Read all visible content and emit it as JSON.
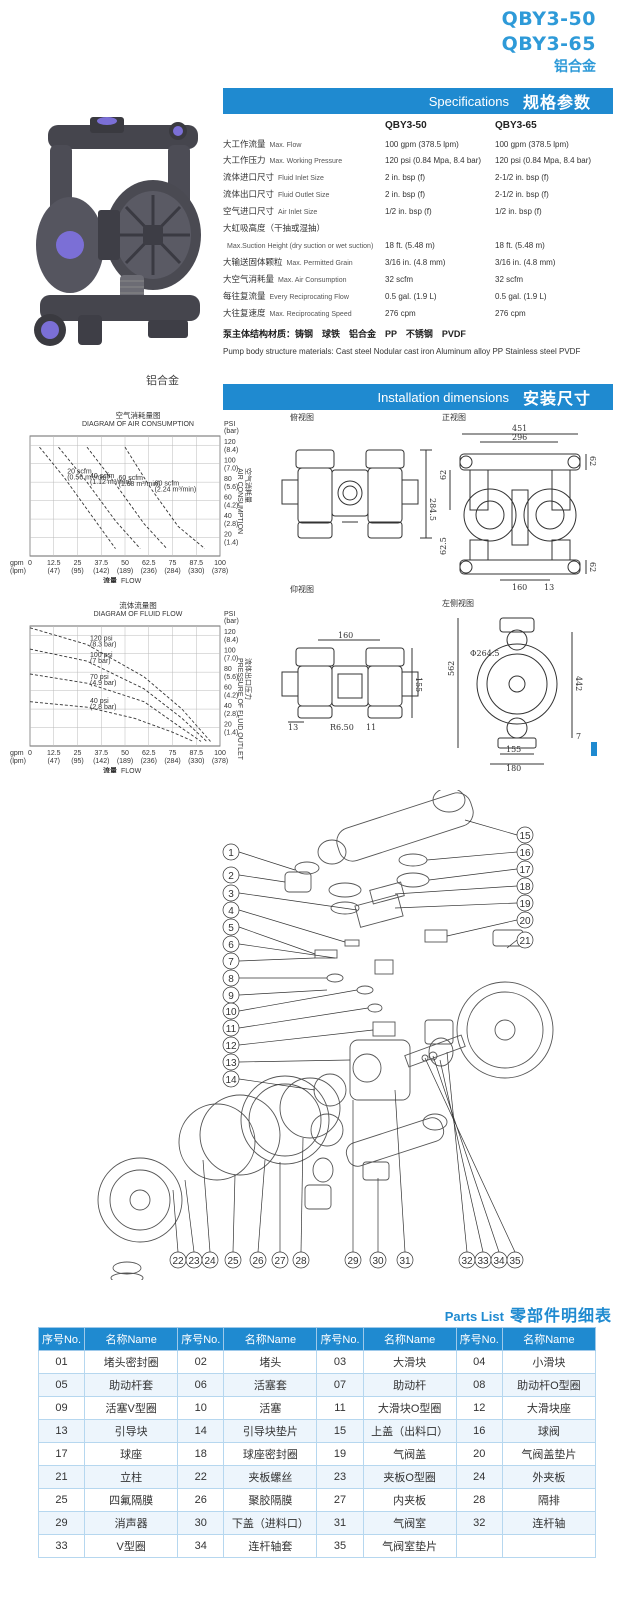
{
  "header": {
    "model_a": "QBY3-50",
    "model_b": "QBY3-65",
    "material": "铝合金"
  },
  "photo": {
    "caption": "铝合金",
    "colors": {
      "body": "#4a4a52",
      "accent": "#7b6fd6"
    }
  },
  "specifications": {
    "bar_en": "Specifications",
    "bar_zh": "规格参数",
    "col_a": "QBY3-50",
    "col_b": "QBY3-65",
    "rows": [
      {
        "zh": "大工作流量",
        "en": "Max. Flow",
        "a": "100 gpm (378.5 lpm)",
        "b": "100 gpm (378.5 lpm)"
      },
      {
        "zh": "大工作压力",
        "en": "Max. Working Pressure",
        "a": "120 psi (0.84 Mpa, 8.4 bar)",
        "b": "120 psi (0.84 Mpa, 8.4 bar)"
      },
      {
        "zh": "流体进口尺寸",
        "en": "Fluid Inlet Size",
        "a": "2 in. bsp (f)",
        "b": "2-1/2 in. bsp (f)"
      },
      {
        "zh": "流体出口尺寸",
        "en": "Fluid Outlet Size",
        "a": "2 in. bsp (f)",
        "b": "2-1/2 in. bsp (f)"
      },
      {
        "zh": "空气进口尺寸",
        "en": "Air Inlet Size",
        "a": "1/2 in. bsp (f)",
        "b": "1/2 in. bsp (f)"
      },
      {
        "zh": "大虹吸高度（干抽或湿抽）",
        "en": "",
        "a": "",
        "b": ""
      },
      {
        "zh": "",
        "en": "Max.Suction Height (dry suction or wet suction)",
        "a": "18 ft. (5.48 m)",
        "b": "18 ft. (5.48 m)"
      },
      {
        "zh": "大输送固体颗粒",
        "en": "Max. Permitted Grain",
        "a": "3/16 in. (4.8 mm)",
        "b": "3/16 in. (4.8 mm)"
      },
      {
        "zh": "大空气消耗量",
        "en": "Max. Air Consumption",
        "a": "32 scfm",
        "b": "32 scfm"
      },
      {
        "zh": "每往复流量",
        "en": "Every Reciprocating Flow",
        "a": "0.5 gal. (1.9 L)",
        "b": "0.5 gal. (1.9 L)"
      },
      {
        "zh": "大往复速度",
        "en": "Max. Reciprocating Speed",
        "a": "276 cpm",
        "b": "276 cpm"
      }
    ],
    "materials_zh": "泵主体结构材质：铸钢　球铁　铝合金　PP　不锈钢　PVDF",
    "materials_en": "Pump body structure materials: Cast steel  Nodular cast iron  Aluminum alloy  PP  Stainless steel  PVDF"
  },
  "installation": {
    "bar_en": "Installation dimensions",
    "bar_zh": "安装尺寸",
    "views": {
      "top": "俯视图",
      "front": "正视图",
      "bottom": "仰视图",
      "left": "左侧视图"
    },
    "dims": {
      "d451": "451",
      "d296": "296",
      "d62a": "62",
      "d62b": "62",
      "d62c": "62",
      "d62_5": "62.5",
      "d284_5": "284.5",
      "d160a": "160",
      "d13a": "13",
      "d160b": "160",
      "d155a": "155",
      "d13b": "13",
      "dR6_50": "R6.50",
      "d11": "11",
      "d264_5": "Φ264.5",
      "d562": "562",
      "d442": "442",
      "d7": "7",
      "d155b": "155",
      "d180": "180"
    }
  },
  "chart_data": [
    {
      "type": "line",
      "title": "空气消耗量图",
      "subtitle": "DIAGRAM OF AIR CONSUMPTION",
      "x_ticks": [
        "0",
        "12.5",
        "25",
        "37.5",
        "50",
        "62.5",
        "75",
        "87.5",
        "100"
      ],
      "x_ticks_lpm": [
        "(47)",
        "(95)",
        "(142)",
        "(189)",
        "(236)",
        "(284)",
        "(330)",
        "(378)"
      ],
      "x_unit": "gpm\n(lpm)",
      "xlabel": "流量",
      "xlabel_en": "FLOW",
      "y_ticks": [
        "20\n(1.4)",
        "40\n(2.8)",
        "60\n(4.2)",
        "80\n(5.6)",
        "100\n(7.0)",
        "120\n(8.4)"
      ],
      "y_unit": "PSI\n(bar)",
      "ylabel": "空气消耗量",
      "ylabel_en": "AIR CONSUMPTION",
      "xlim": [
        0,
        100
      ],
      "ylim": [
        0,
        130
      ],
      "series": [
        {
          "name": "20 scfm\n(0.56 m³/min)",
          "x": [
            5,
            18,
            32,
            45
          ],
          "y": [
            118,
            85,
            45,
            8
          ]
        },
        {
          "name": "40 scfm\n(1.12 m³/min)",
          "x": [
            15,
            30,
            45,
            58
          ],
          "y": [
            118,
            80,
            38,
            8
          ]
        },
        {
          "name": "60 scfm\n(1.68 m³/min)",
          "x": [
            30,
            45,
            60,
            72
          ],
          "y": [
            118,
            78,
            35,
            8
          ]
        },
        {
          "name": "80 scfm\n(2.24 m³/min)",
          "x": [
            50,
            64,
            78,
            92
          ],
          "y": [
            118,
            72,
            32,
            8
          ]
        }
      ]
    },
    {
      "type": "line",
      "title": "流体流量图",
      "subtitle": "DIAGRAM OF FLUID FLOW",
      "x_ticks": [
        "0",
        "12.5",
        "25",
        "37.5",
        "50",
        "62.5",
        "75",
        "87.5",
        "100"
      ],
      "x_ticks_lpm": [
        "(47)",
        "(95)",
        "(142)",
        "(189)",
        "(236)",
        "(284)",
        "(330)",
        "(378)"
      ],
      "x_unit": "gpm\n(lpm)",
      "xlabel": "流量",
      "xlabel_en": "FLOW",
      "y_ticks": [
        "20\n(1.4)",
        "40\n(2.8)",
        "60\n(4.2)",
        "80\n(5.6)",
        "100\n(7.0)",
        "120\n(8.4)"
      ],
      "y_unit": "PSI\n(bar)",
      "ylabel": "流体出口压力",
      "ylabel_en": "PRESSURE OF FLUID OUTLET",
      "xlim": [
        0,
        100
      ],
      "ylim": [
        0,
        130
      ],
      "series": [
        {
          "name": "120 psi\n(8.3 bar)",
          "x": [
            0,
            30,
            60,
            80,
            95
          ],
          "y": [
            128,
            110,
            75,
            40,
            5
          ]
        },
        {
          "name": "100 psi\n(7 bar)",
          "x": [
            0,
            30,
            60,
            80,
            93
          ],
          "y": [
            105,
            92,
            62,
            30,
            5
          ]
        },
        {
          "name": "70 psi\n(4.9 bar)",
          "x": [
            0,
            30,
            60,
            78,
            90
          ],
          "y": [
            78,
            68,
            48,
            22,
            5
          ]
        },
        {
          "name": "40 psi\n(2.8 bar)",
          "x": [
            0,
            30,
            55,
            75,
            86
          ],
          "y": [
            48,
            42,
            30,
            15,
            5
          ]
        }
      ]
    }
  ],
  "exploded": {
    "left_callouts": [
      "1",
      "2",
      "3",
      "4",
      "5",
      "6",
      "7",
      "8",
      "9",
      "10",
      "11",
      "12",
      "13",
      "14"
    ],
    "right_callouts": [
      "15",
      "16",
      "17",
      "18",
      "19",
      "20",
      "21"
    ],
    "bottom_callouts": [
      "22",
      "23",
      "24",
      "25",
      "26",
      "27",
      "28",
      "29",
      "30",
      "31",
      "32",
      "33",
      "34",
      "35"
    ]
  },
  "parts_list": {
    "title_en": "Parts List",
    "title_zh": "零部件明细表",
    "col_no": "序号No.",
    "col_name": "名称Name",
    "rows": [
      [
        [
          "01",
          "堵头密封圈"
        ],
        [
          "02",
          "堵头"
        ],
        [
          "03",
          "大滑块"
        ],
        [
          "04",
          "小滑块"
        ]
      ],
      [
        [
          "05",
          "助动杆套"
        ],
        [
          "06",
          "活塞套"
        ],
        [
          "07",
          "助动杆"
        ],
        [
          "08",
          "助动杆O型圈"
        ]
      ],
      [
        [
          "09",
          "活塞V型圈"
        ],
        [
          "10",
          "活塞"
        ],
        [
          "11",
          "大滑块O型圈"
        ],
        [
          "12",
          "大滑块座"
        ]
      ],
      [
        [
          "13",
          "引导块"
        ],
        [
          "14",
          "引导块垫片"
        ],
        [
          "15",
          "上盖（出料口）"
        ],
        [
          "16",
          "球阀"
        ]
      ],
      [
        [
          "17",
          "球座"
        ],
        [
          "18",
          "球座密封圈"
        ],
        [
          "19",
          "气阀盖"
        ],
        [
          "20",
          "气阀盖垫片"
        ]
      ],
      [
        [
          "21",
          "立柱"
        ],
        [
          "22",
          "夹板螺丝"
        ],
        [
          "23",
          "夹板O型圈"
        ],
        [
          "24",
          "外夹板"
        ]
      ],
      [
        [
          "25",
          "四氟隔膜"
        ],
        [
          "26",
          "聚胶隔膜"
        ],
        [
          "27",
          "内夹板"
        ],
        [
          "28",
          "隔排"
        ]
      ],
      [
        [
          "29",
          "消声器"
        ],
        [
          "30",
          "下盖（进料口）"
        ],
        [
          "31",
          "气阀室"
        ],
        [
          "32",
          "连杆轴"
        ]
      ],
      [
        [
          "33",
          "V型圈"
        ],
        [
          "34",
          "连杆轴套"
        ],
        [
          "35",
          "气阀室垫片"
        ],
        [
          "",
          ""
        ]
      ]
    ]
  }
}
